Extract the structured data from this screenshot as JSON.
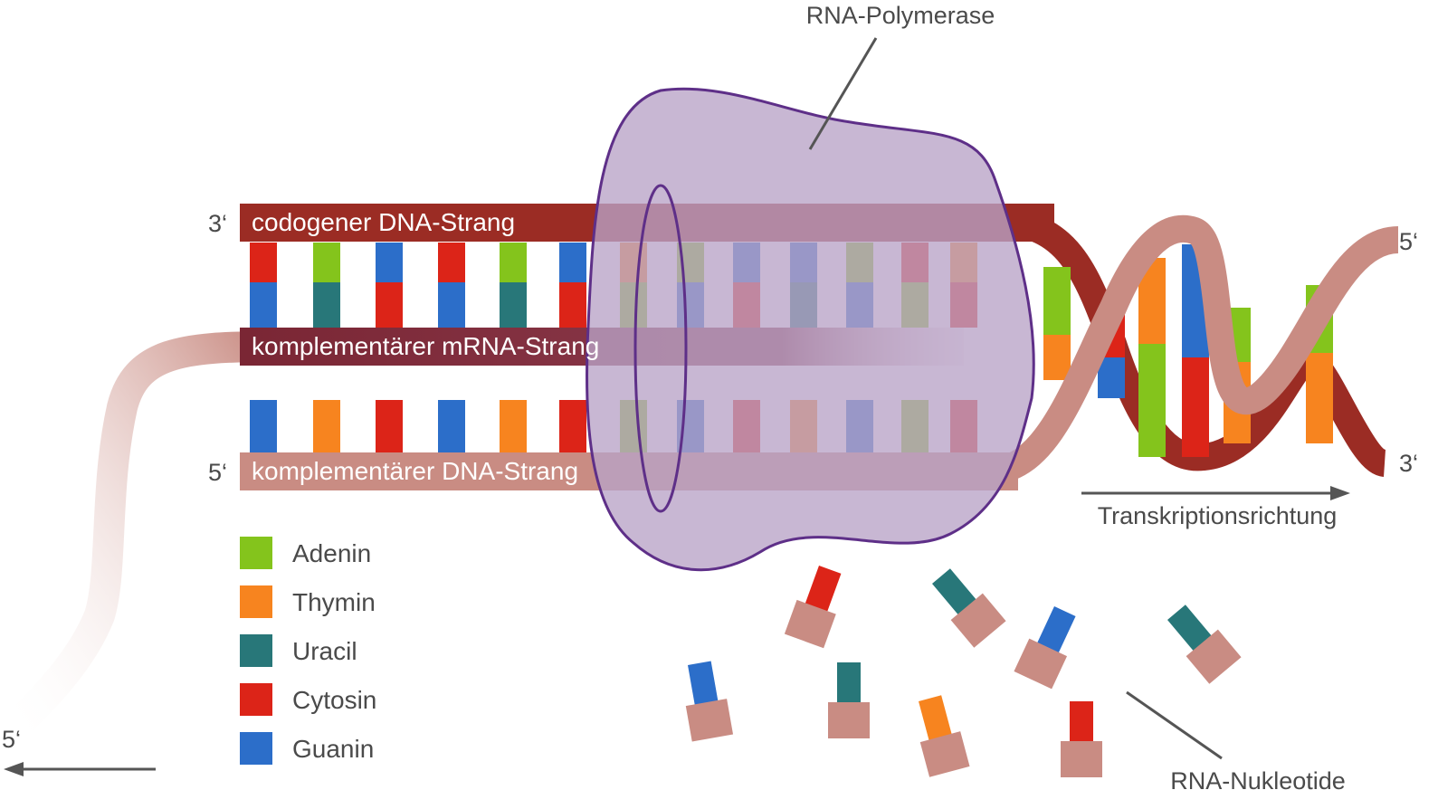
{
  "labels": {
    "polymerase": "RNA-Polymerase",
    "codogen_strand": "codogener DNA-Strang",
    "mrna_strand": "komplementärer mRNA-Strang",
    "complementary_strand": "komplementärer DNA-Strang",
    "direction": "Transkriptionsrichtung",
    "nucleotides": "RNA-Nukleotide",
    "left_3prime": "3‘",
    "left_5prime": "5‘",
    "right_5prime": "5‘",
    "right_3prime": "3‘",
    "bottom_5prime": "5‘"
  },
  "legend": [
    {
      "label": "Adenin",
      "color": "#84c41c"
    },
    {
      "label": "Thymin",
      "color": "#f7841f"
    },
    {
      "label": "Uracil",
      "color": "#287779"
    },
    {
      "label": "Cytosin",
      "color": "#dc2418"
    },
    {
      "label": "Guanin",
      "color": "#2c6ec9"
    }
  ],
  "colors": {
    "codogen": "#9b2c24",
    "complementary": "#c98c83",
    "polymerase_fill": "#b9a3c7",
    "polymerase_stroke": "#5e2f88",
    "arrow": "#555555"
  },
  "base_pairs": {
    "top_row": [
      "Cytosin",
      "Adenin",
      "Guanin",
      "Cytosin",
      "Adenin",
      "Guanin",
      "Thymin",
      "Adenin",
      "Guanin",
      "Guanin",
      "Adenin",
      "Cytosin",
      "Thymin",
      "Guanin"
    ],
    "mid_row": [
      "Guanin",
      "Uracil",
      "Cytosin",
      "Guanin",
      "Uracil",
      "Cytosin",
      "Adenin",
      "Guanin",
      "Cytosin",
      "Uracil",
      "Guanin",
      "Adenin",
      "Cytosin"
    ],
    "bottom_row": [
      "Guanin",
      "Thymin",
      "Cytosin",
      "Guanin",
      "Thymin",
      "Cytosin",
      "Adenin",
      "Guanin",
      "Cytosin",
      "Thymin",
      "Guanin",
      "Adenin",
      "Cytosin"
    ]
  },
  "free_nucleotides": [
    "Cytosin",
    "Uracil",
    "Guanin",
    "Uracil",
    "Guanin",
    "Uracil",
    "Thymin",
    "Cytosin"
  ]
}
